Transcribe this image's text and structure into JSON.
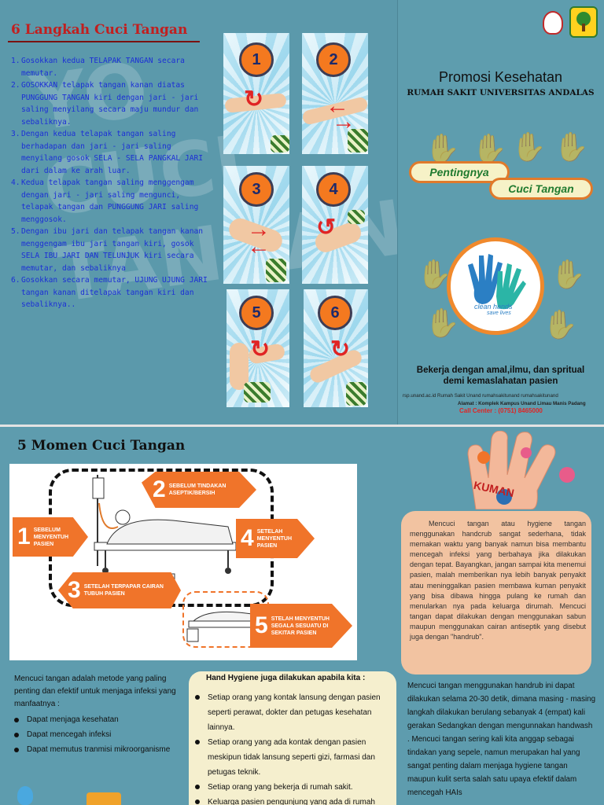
{
  "top_left": {
    "title": "6 Langkah Cuci Tangan",
    "background_words": [
      "YO",
      "CUCI",
      "TANGAN"
    ],
    "steps": [
      {
        "num": "1.",
        "text": "Gosokkan kedua TELAPAK TANGAN secara memutar."
      },
      {
        "num": "2.",
        "text": "GOSOKKAN telapak tangan kanan diatas PUNGGUNG TANGAN kiri dengan jari - jari saling menyilang secara maju mundur dan sebaliknya."
      },
      {
        "num": "3.",
        "text": "Dengan kedua telapak tangan saling berhadapan dan jari - jari saling menyilang gosok SELA - SELA PANGKAL JARI dari dalam ke arah luar."
      },
      {
        "num": "4.",
        "text": "Kedua telapak tangan saling menggengam dengan jari - jari saling mengunci, telapak tangan dan PUNGGUNG JARI saling menggosok."
      },
      {
        "num": "5.",
        "text": "Dengan ibu jari dan telapak tangan kanan menggengam ibu jari tangan kiri, gosok SELA IBU JARI DAN TELUNJUK kiri secara memutar, dan sebaliknya"
      },
      {
        "num": "6.",
        "text": "Gosokkan secara memutar, UJUNG UJUNG JARI tangan kanan ditelapak tangan kiri dan sebaliknya.."
      }
    ],
    "tiles": [
      {
        "num": "1"
      },
      {
        "num": "2"
      },
      {
        "num": "3"
      },
      {
        "num": "4"
      },
      {
        "num": "5"
      },
      {
        "num": "6"
      }
    ]
  },
  "top_right": {
    "promo": "Promosi Kesehatan",
    "hospital": "RUMAH SAKIT UNIVERSITAS ANDALAS",
    "pentingnya_1": "Pentingnya",
    "pentingnya_2": "Cuci Tangan",
    "clean_hands_1": "clean hands",
    "clean_hands_2": "save lives",
    "motto_1": "Bekerja dengan amal,ilmu, dan spritual",
    "motto_2": "demi kemaslahatan pasien",
    "social": "rsp.unand.ac.id  Rumah Sakit Unand  rumahsakitunand  rumahsakitunand",
    "alamat": "Alamat :  Komplek Kampus Unand Limau Manis Padang",
    "call_center": "Call Center : (0751) 8465000"
  },
  "bottom_left": {
    "title": "5 Momen Cuci Tangan",
    "moments": [
      {
        "num": "1",
        "text": "SEBELUM MENYENTUH PASIEN"
      },
      {
        "num": "2",
        "text": "SEBELUM TINDAKAN ASEPTIK/BERSIH"
      },
      {
        "num": "3",
        "text": "SETELAH TERPAPAR CAIRAN TUBUH PASIEN"
      },
      {
        "num": "4",
        "text": "SETELAH MENYENTUH PASIEN"
      },
      {
        "num": "5",
        "text": "STELAH MENYENTUH SEGALA SESUATU DI SEKITAR PASIEN"
      }
    ],
    "intro": "Mencuci tangan adalah metode yang paling penting dan efektif untuk menjaga infeksi yang manfaatnya :",
    "benefits": [
      "Dapat menjaga kesehatan",
      "Dapat mencegah infeksi",
      "Dapat memutus tranmisi mikroorganisme"
    ],
    "hh_title": "Hand Hygiene juga dilakukan apabila kita :",
    "hh_items": [
      "Setiap orang yang kontak lansung dengan pasien seperti perawat, dokter dan petugas kesehatan lainnya.",
      "Setiap orang yang ada kontak dengan pasien meskipun tidak lansung seperti gizi, farmasi dan petugas teknik.",
      "Setiap orang yang bekerja di rumah sakit.",
      "Keluarga pasien pengunjung yang ada di rumah"
    ]
  },
  "bottom_right": {
    "kuman_label": "KUMAN",
    "desc_1": "Mencuci tangan atau hygiene tangan menggunakan handcrub sangat sederhana, tidak memakan waktu yang banyak namun bisa membantu mencegah infeksi yang berbahaya jika dilakukan dengan tepat. Bayangkan, jangan sampai kita menemui pasien, malah memberikan nya lebih banyak penyakit atau meninggalkan pasien membawa kuman penyakit yang bisa dibawa hingga pulang ke rumah dan menularkan nya pada keluarga dirumah. Mencuci tangan dapat dilakukan dengan menggunakan sabun maupun menggunakan cairan antiseptik yang disebut juga dengan \"handrub\".",
    "desc_2": "Mencuci tangan menggunakan handrub ini dapat dilakukan selama 20-30 detik, dimana masing - masing langkah dilakukan berulang sebanyak 4 (empat) kali gerakan Sedangkan dengan mengunnakan handwash . Mencuci tangan sering kali kita anggap sebagai tindakan yang sepele, namun merupakan hal yang sangat penting dalam menjaga hygiene tangan maupun kulit serta salah satu upaya efektif dalam mencegah HAIs"
  },
  "colors": {
    "background": "#5e9cae",
    "title_red": "#c11f1f",
    "steps_blue": "#1c2fd6",
    "orange": "#f0742a",
    "box_cream": "#f5efce",
    "box_peach": "#f2c3a1"
  }
}
